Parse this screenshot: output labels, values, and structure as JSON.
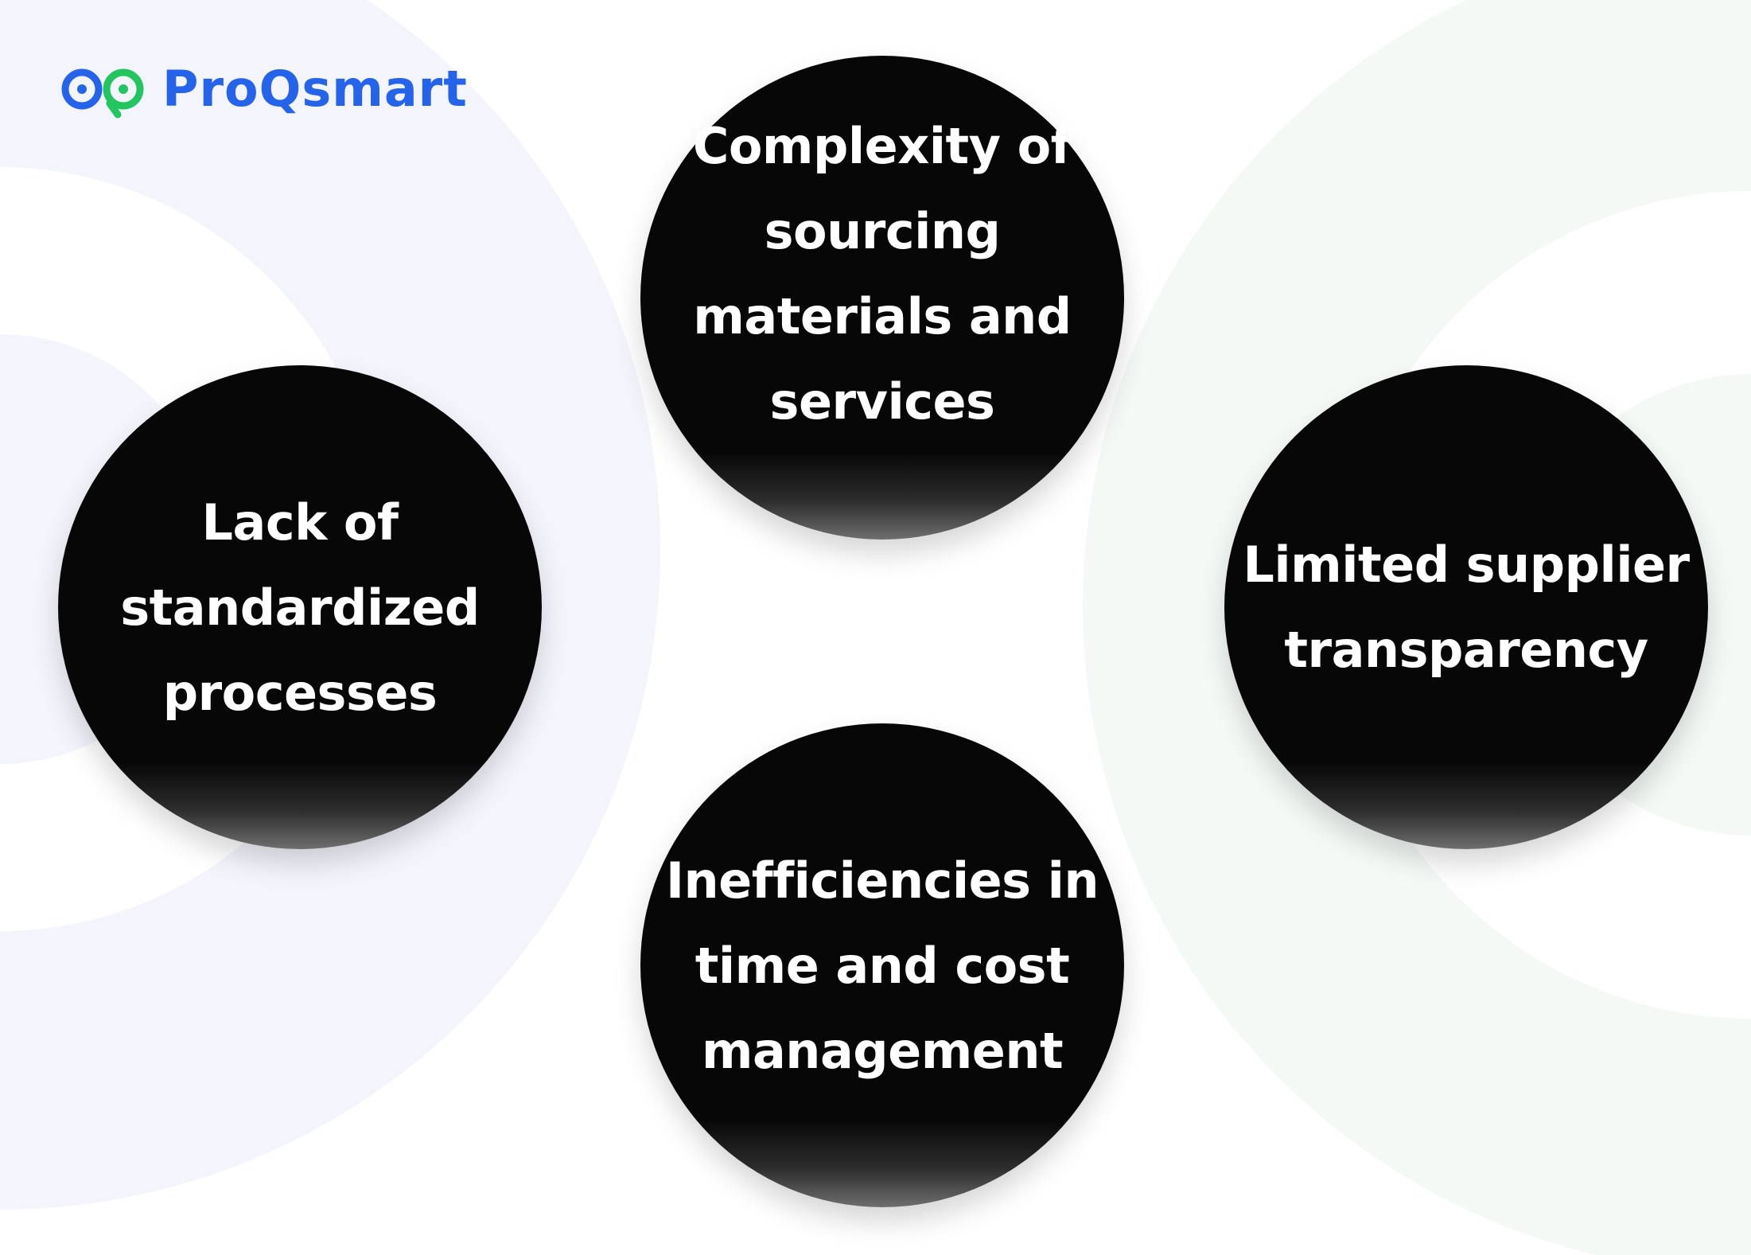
{
  "brand": {
    "name": "ProQsmart",
    "logo_icon": "proqsmart-logo-icon",
    "colors": {
      "blue": "#2563eb",
      "green": "#22c55e"
    }
  },
  "nodes": {
    "top": "Complexity of sourcing materials and services",
    "left": "Lack of standardized processes",
    "right": "Limited supplier transparency",
    "bottom": "Inefficiencies in time and cost management"
  },
  "colors": {
    "node_fill": "#070707",
    "node_text": "#ffffff",
    "bg_left_arc": "#f3f4fc",
    "bg_right_arc": "#f3f9f6"
  }
}
